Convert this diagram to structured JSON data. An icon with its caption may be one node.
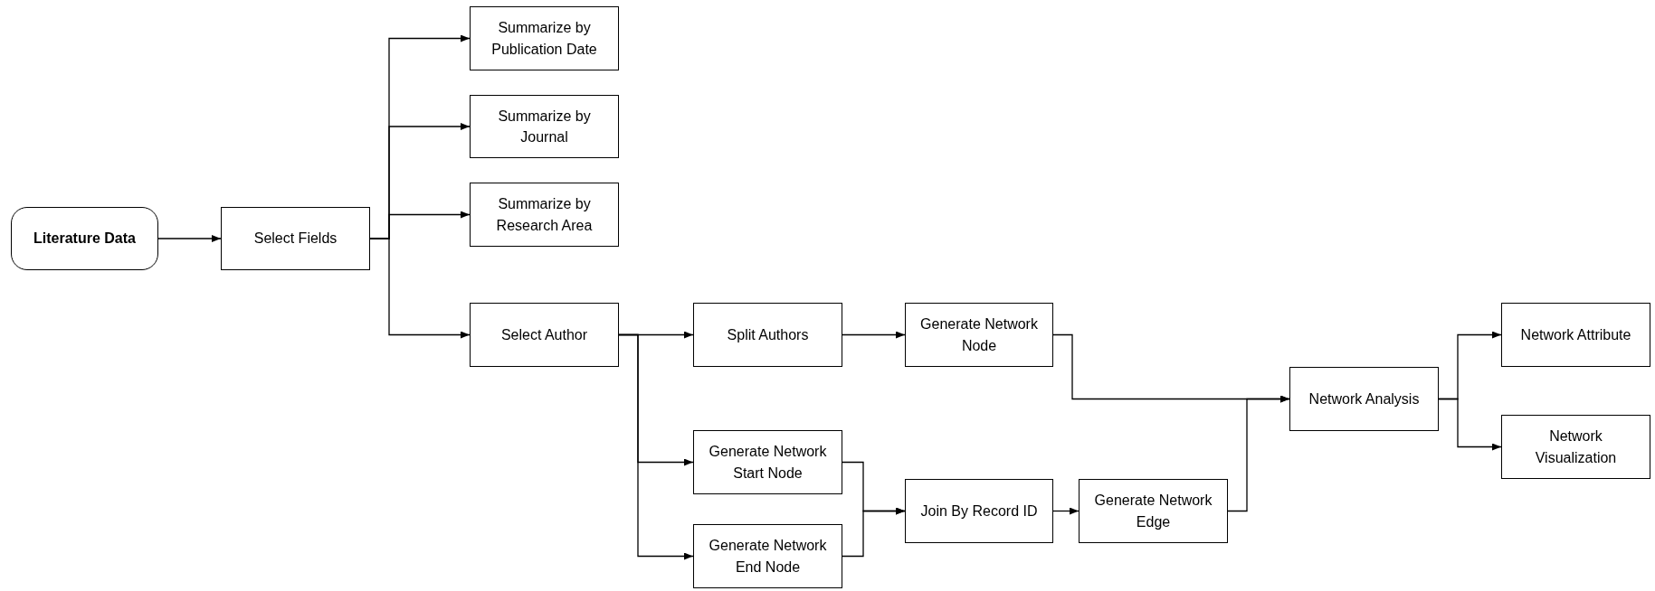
{
  "diagram": {
    "nodes": [
      {
        "text": [
          "Literature  Data"
        ]
      },
      {
        "text": [
          "Select Fields"
        ]
      },
      {
        "text": [
          "Summarize by Publication Date"
        ]
      },
      {
        "text": [
          "Summarize by Journal"
        ]
      },
      {
        "text": [
          "Summarize by Research Area"
        ]
      },
      {
        "text": [
          "Select Author"
        ]
      },
      {
        "text": [
          "Split Authors"
        ]
      },
      {
        "text": [
          "Generate Network Node"
        ]
      },
      {
        "text": [
          "Generate Network Start Node"
        ]
      },
      {
        "text": [
          "Generate Network End Node"
        ]
      },
      {
        "text": [
          "Join By Record ID"
        ]
      },
      {
        "text": [
          "Generate Network Edge"
        ]
      },
      {
        "text": [
          "Network Analysis"
        ]
      },
      {
        "text": [
          "Network Attribute"
        ]
      },
      {
        "text": [
          "Network Visualization"
        ]
      }
    ],
    "edges": [
      {
        "from": 0,
        "to": 1,
        "arrow": "to"
      },
      {
        "from": 1,
        "to": 2,
        "arrow": "to"
      },
      {
        "from": 1,
        "to": 3,
        "arrow": "to"
      },
      {
        "from": 1,
        "to": 4,
        "arrow": "to"
      },
      {
        "from": 1,
        "to": 5,
        "arrow": "to"
      },
      {
        "from": 5,
        "to": 6,
        "arrow": "to"
      },
      {
        "from": 5,
        "to": 8,
        "arrow": "to"
      },
      {
        "from": 5,
        "to": 9,
        "arrow": "to"
      },
      {
        "from": 6,
        "to": 7,
        "arrow": "to"
      },
      {
        "from": 7,
        "to": 12,
        "arrow": "to"
      },
      {
        "from": 8,
        "to": 10,
        "arrow": "to"
      },
      {
        "from": 9,
        "to": 10,
        "arrow": "to"
      },
      {
        "from": 10,
        "to": 11,
        "arrow": "to"
      },
      {
        "from": 11,
        "to": 12,
        "arrow": "to"
      },
      {
        "from": 12,
        "to": 13,
        "arrow": "to"
      },
      {
        "from": 12,
        "to": 14,
        "arrow": "to"
      }
    ]
  }
}
